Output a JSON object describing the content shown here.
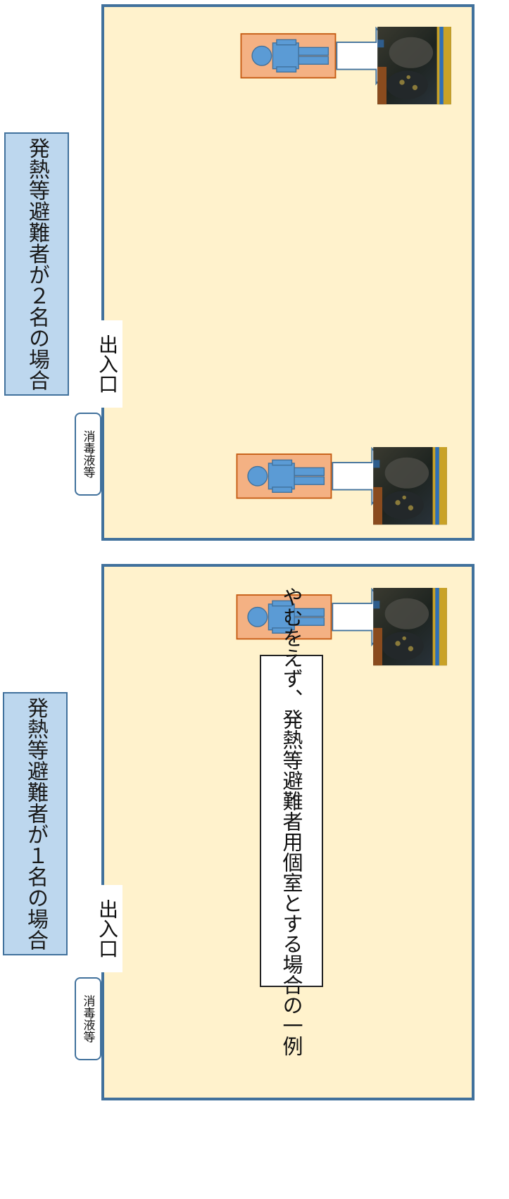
{
  "diagram_title": "やむをえず、発熱等避難者用個室とする場合の一例",
  "note": {
    "line1": "やむをえず、発熱等避難者用",
    "line2": "個室とする場合の一例"
  },
  "rooms": [
    {
      "title_line1": "発熱等避難者が",
      "title_line2": "２名の場合",
      "entrance_label": "出入口",
      "disinfectant_label": "消毒液等"
    },
    {
      "title_line1": "発熱等避難者が",
      "title_line2": "１名の場合",
      "entrance_label": "出入口",
      "disinfectant_label": "消毒液等"
    }
  ],
  "colors": {
    "room_fill": "#fff2cc",
    "room_border": "#41719c",
    "title_fill": "#bdd7ee",
    "person_box": "#f4b183",
    "person_box_border": "#c55a11",
    "person_figure": "#5b9bd5",
    "arrow_fill": "#ffffff"
  },
  "icons": {
    "person": "person-lying-icon",
    "arrow": "arrow-right-icon",
    "photo": "cardboard-bed-photo"
  }
}
